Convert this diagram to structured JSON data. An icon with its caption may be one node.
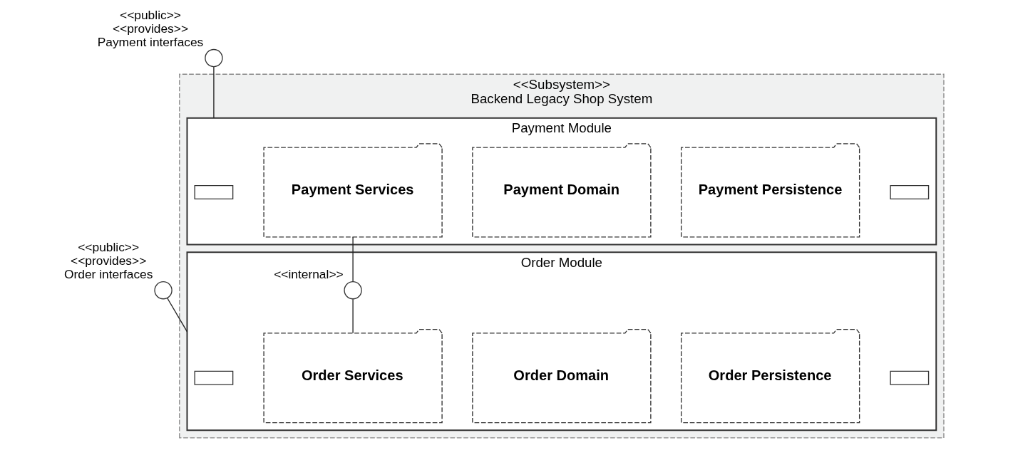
{
  "diagram": {
    "nodes": [
      {
        "text": [
          "<<Subsystem>>",
          "Backend Legacy Shop System"
        ]
      },
      {
        "text": [
          "Payment Module"
        ],
        "in": 0
      },
      {
        "text": [],
        "shape": "box",
        "in": 1
      },
      {
        "text": [],
        "shape": "box",
        "in": 1
      },
      {
        "text": [
          "Payment Services"
        ],
        "in": 1
      },
      {
        "text": [
          "Payment Domain"
        ],
        "in": 1
      },
      {
        "text": [
          "Payment Persistence"
        ],
        "in": 1
      },
      {
        "text": [
          "Order Module"
        ],
        "in": 0
      },
      {
        "text": [],
        "shape": "box",
        "in": 7
      },
      {
        "text": [],
        "shape": "box",
        "in": 7
      },
      {
        "text": [
          "Order Services"
        ],
        "in": 7
      },
      {
        "text": [
          "Order Domain"
        ],
        "in": 7
      },
      {
        "text": [
          "Order Persistence"
        ],
        "in": 7
      },
      {
        "text": [],
        "shape": "circle",
        "beside": [
          "<<public>>",
          "<<provides>>",
          "Payment interfaces"
        ]
      },
      {
        "text": [],
        "shape": "circle",
        "beside": [
          "<<public>>",
          "<<provides>>",
          "Order interfaces"
        ]
      },
      {
        "text": [],
        "shape": "circle",
        "in": 7,
        "beside": [
          "<<internal>>"
        ]
      }
    ],
    "edges": [
      {
        "from": 13,
        "to": 1,
        "arrow": "none"
      },
      {
        "from": 4,
        "to": 15,
        "arrow": "none"
      },
      {
        "from": 15,
        "to": 10,
        "arrow": "none"
      },
      {
        "from": 14,
        "to": 7,
        "arrow": "none"
      }
    ]
  }
}
